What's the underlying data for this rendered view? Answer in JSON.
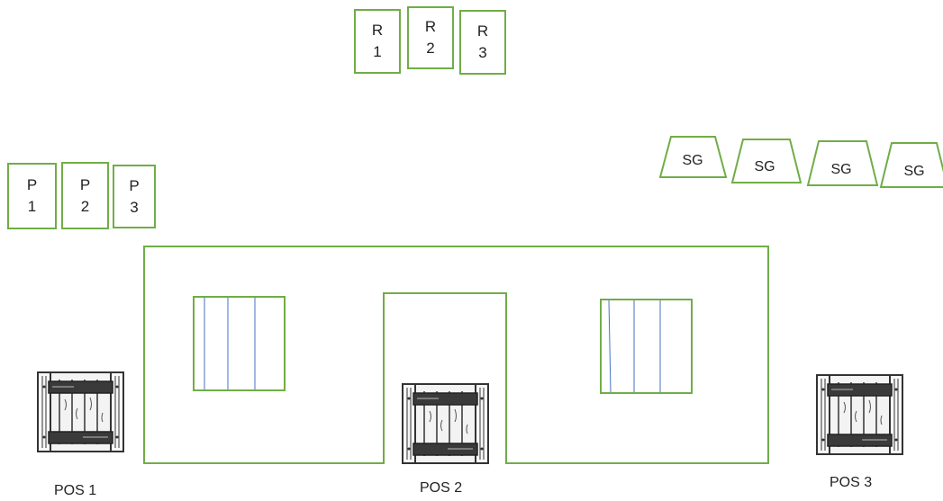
{
  "colors": {
    "outline": "#70ad47",
    "window_line": "#4472c4",
    "crate_dark": "#333333"
  },
  "icons": [
    "wooden-crate-icon"
  ],
  "p_group": [
    {
      "letter": "P",
      "number": "1"
    },
    {
      "letter": "P",
      "number": "2"
    },
    {
      "letter": "P",
      "number": "3"
    }
  ],
  "r_group": [
    {
      "letter": "R",
      "number": "1"
    },
    {
      "letter": "R",
      "number": "2"
    },
    {
      "letter": "R",
      "number": "3"
    }
  ],
  "sg_group": [
    "SG",
    "SG",
    "SG",
    "SG"
  ],
  "positions": [
    "POS 1",
    "POS 2",
    "POS 3"
  ]
}
